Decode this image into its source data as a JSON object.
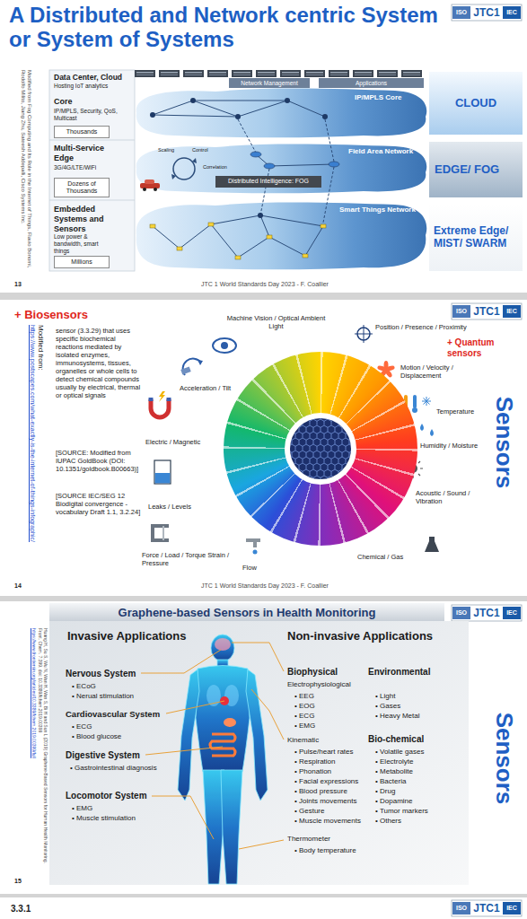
{
  "diagram": {
    "nodes": [
      {
        "text": [
          "Network Management"
        ]
      },
      {
        "text": [
          "Applications"
        ]
      },
      {
        "text": [
          "Thousands"
        ]
      },
      {
        "text": [
          "Distributed Intelligence: FOG"
        ]
      },
      {
        "text": [
          "Dozens of Thousands"
        ]
      },
      {
        "text": [
          "Millions"
        ]
      },
      {
        "text": [
          "CLOUD"
        ]
      },
      {
        "text": [
          "EDGE/ FOG"
        ]
      },
      {
        "text": [
          "Extreme Edge/ MIST/ SWARM"
        ]
      }
    ],
    "labels": [
      "A Distributed and Network centric System or System of Systems",
      "ISO",
      "JTC1",
      "IEC",
      "Modified from Fog Computing and Its Role in the Internet of Things, Flavio Bonomi, Rodolfo Milito, Jiang Zhu, Sateesh Addepalli, Cisco Systems Inc.",
      "Data Center, Cloud",
      "Hosting IoT analytics",
      "Core",
      "IP/MPLS, Security, QoS, Multicast",
      "Multi-Service Edge",
      "3G/4G/LTE/WiFi",
      "Embedded Systems and Sensors",
      "Low power & bandwidth, smart things",
      "IP/MPLS Core",
      "Field Area Network",
      "Scaling",
      "Control",
      "Correlation",
      "Smart Things Network",
      "13",
      "JTC 1 World Standards Day 2023 - F. Coallier",
      "+ Biosensors",
      "ISO",
      "JTC1",
      "IEC",
      "Modified from:",
      "https://www.postscapes.com/what-exactly-is-the-internet-of-things-infographic/",
      "sensor (3.3.29) that uses specific biochemical reactions mediated by isolated enzymes, immunosystems, tissues, organelles or whole cells to detect chemical compounds usually by electrical, thermal or optical signals",
      "[SOURCE: Modified from IUPAC GoldBook (DOI: 10.1351/goldbook.B00663)]",
      "[SOURCE IEC/SEG 12 Biodigital convergence - vocabulary Draft 1.1, 3.2.24]",
      "Machine Vision / Optical Ambient Light",
      "Position / Presence / Proximity",
      "+ Quantum sensors",
      "Motion / Velocity / Displacement",
      "Acceleration / Tilt",
      "Temperature",
      "Electric / Magnetic",
      "Humidity / Moisture",
      "Leaks / Levels",
      "Acoustic / Sound / Vibration",
      "Force / Load / Torque Strain / Pressure",
      "Flow",
      "Chemical / Gas",
      "Sensors",
      "14",
      "JTC 1 World Standards Day 2023 - F. Coallier",
      "Graphene-based Sensors in Health Monitoring",
      "ISO",
      "JTC1",
      "IEC",
      "Huang H, Su S, Wu N, Wan H, Wan S, Bi H and Sun L (2019) Graphene-Based Sensors for Human Health Monitoring. Front. Chem. 7:399. doi: 10.3389/fchem.2019.00399",
      "https://www.frontiersin.org/articles/10.3389/fchem.2019.00399/full",
      "Invasive Applications",
      "Non-invasive Applications",
      "Nervous System",
      "• ECoG",
      "• Nerual stimulation",
      "Cardiovascular System",
      "• ECG",
      "• Blood glucose",
      "Digestive System",
      "• Gastrointestinal diagnosis",
      "Locomotor System",
      "• EMG",
      "• Muscle stimulation",
      "Biophysical",
      "Environmental",
      "Electrophysiological",
      "• EEG",
      "• EOG",
      "• ECG",
      "• EMG",
      "• Light",
      "• Gases",
      "• Heavy Metal",
      "Kinematic",
      "Bio-chemical",
      "• Pulse/heart rates",
      "• Respiration",
      "• Phonation",
      "• Facial expressions",
      "• Blood pressure",
      "• Joints movements",
      "• Gesture",
      "• Muscle movements",
      "• Volatile gases",
      "• Electrolyte",
      "• Metabolite",
      "• Bacteria",
      "• Drug",
      "• Dopamine",
      "• Tumor markers",
      "• Others",
      "Thermometer",
      "• Body temperature",
      "Sensors",
      "15",
      "3.3.1",
      "ISO",
      "JTC1",
      "IEC"
    ]
  }
}
